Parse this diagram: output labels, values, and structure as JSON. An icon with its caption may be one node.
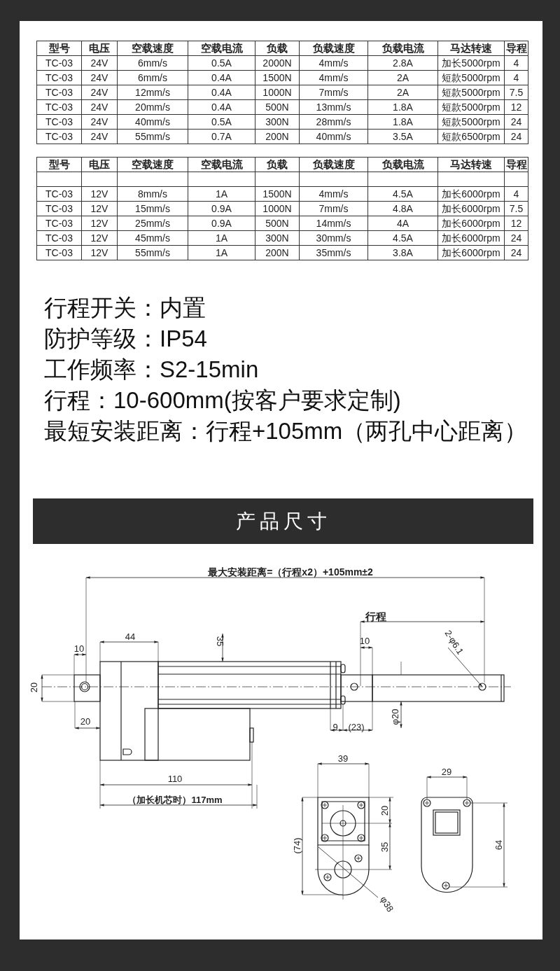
{
  "diagram": {
    "nodes": [
      {
        "text": [
          "产品尺寸"
        ]
      }
    ],
    "labels": [
      "型号",
      "电压",
      "空载速度",
      "空载电流",
      "负载",
      "负载速度",
      "负载电流",
      "马达转速",
      "导程",
      "TC-03",
      "24V",
      "6mm/s",
      "0.5A",
      "2000N",
      "4mm/s",
      "2.8A",
      "加长5000rpm",
      "4",
      "TC-03",
      "24V",
      "6mm/s",
      "0.4A",
      "1500N",
      "4mm/s",
      "2A",
      "短款5000rpm",
      "4",
      "TC-03",
      "24V",
      "12mm/s",
      "0.4A",
      "1000N",
      "7mm/s",
      "2A",
      "短款5000rpm",
      "7.5",
      "TC-03",
      "24V",
      "20mm/s",
      "0.4A",
      "500N",
      "13mm/s",
      "1.8A",
      "短款5000rpm",
      "12",
      "TC-03",
      "24V",
      "40mm/s",
      "0.5A",
      "300N",
      "28mm/s",
      "1.8A",
      "短款5000rpm",
      "24",
      "TC-03",
      "24V",
      "55mm/s",
      "0.7A",
      "200N",
      "40mm/s",
      "3.5A",
      "短款6500rpm",
      "24",
      "型号",
      "电压",
      "空载速度",
      "空载电流",
      "负载",
      "负载速度",
      "负载电流",
      "马达转速",
      "导程",
      "TC-03",
      "12V",
      "8mm/s",
      "1A",
      "1500N",
      "4mm/s",
      "4.5A",
      "加长6000rpm",
      "4",
      "TC-03",
      "12V",
      "15mm/s",
      "0.9A",
      "1000N",
      "7mm/s",
      "4.8A",
      "加长6000rpm",
      "7.5",
      "TC-03",
      "12V",
      "25mm/s",
      "0.9A",
      "500N",
      "14mm/s",
      "4A",
      "加长6000rpm",
      "12",
      "TC-03",
      "12V",
      "45mm/s",
      "1A",
      "300N",
      "30mm/s",
      "4.5A",
      "加长6000rpm",
      "24",
      "TC-03",
      "12V",
      "55mm/s",
      "1A",
      "200N",
      "35mm/s",
      "3.8A",
      "加长6000rpm",
      "24",
      "行程开关：内置",
      "防护等级：IP54",
      "工作频率：S2-15min",
      "行程：10-600mm(按客户要求定制)",
      "最短安装距离：行程+105mm（两孔中心距离）",
      "最大安装距离=（行程x2）+105mm±2",
      "行程",
      "10",
      "44",
      "35",
      "10",
      "2-φ6.1",
      "20",
      "20",
      "9",
      "(23)",
      "φ20",
      "39",
      "29",
      "110",
      "（加长机芯时）117mm",
      "20",
      "64",
      "(74)",
      "35",
      "φ38"
    ]
  }
}
